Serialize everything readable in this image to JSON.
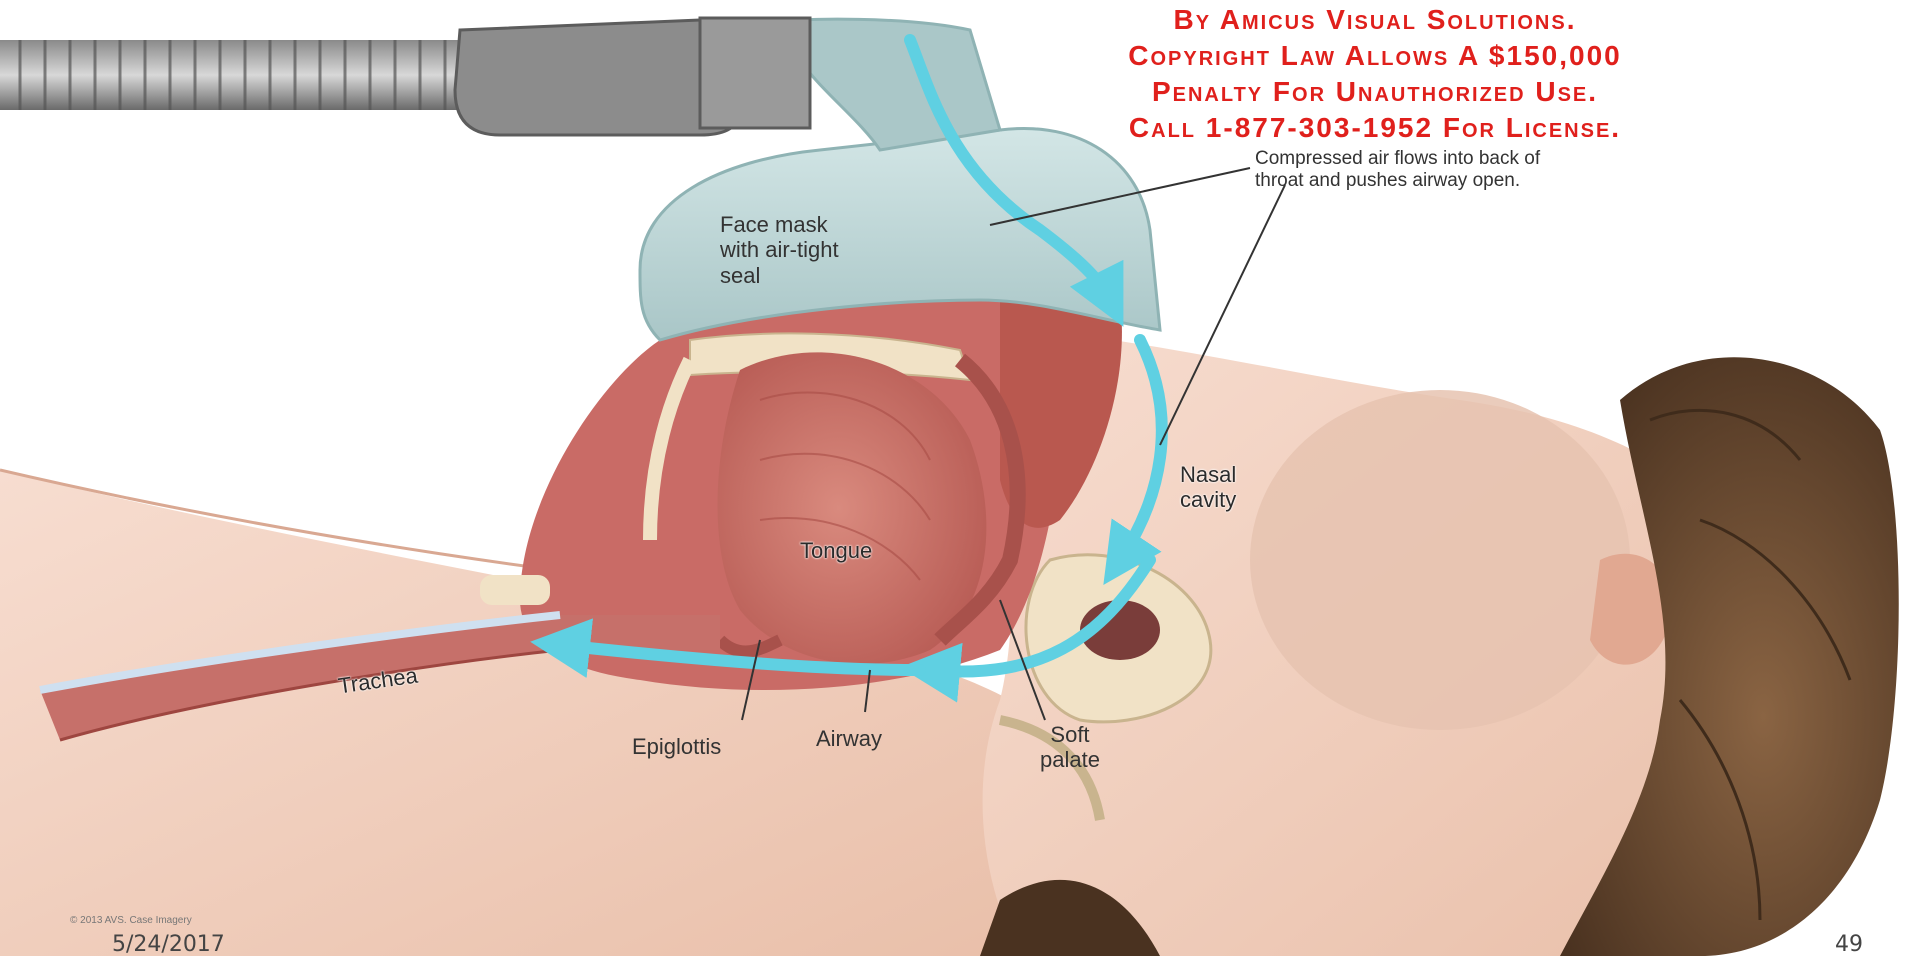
{
  "watermark": {
    "line_top": "",
    "line1": "By Amicus Visual Solutions.",
    "line2": "Copyright Law Allows A $150,000",
    "line3": "Penalty For Unauthorized Use.",
    "line4": "Call 1-877-303-1952 For License.",
    "color": "#e0201c"
  },
  "labels": {
    "compressed_air_line1": "Compressed air flows into back of",
    "compressed_air_line2": "throat and pushes airway open.",
    "face_mask_line1": "Face mask",
    "face_mask_line2": "with air-tight",
    "face_mask_line3": "seal",
    "nasal_line1": "Nasal",
    "nasal_line2": "cavity",
    "tongue": "Tongue",
    "trachea": "Trachea",
    "epiglottis": "Epiglottis",
    "airway": "Airway",
    "soft_palate_line1": "Soft",
    "soft_palate_line2": "palate"
  },
  "image_credit": "© 2013 AVS. Case Imagery",
  "footer": {
    "date": "5/24/2017",
    "page_number": "49"
  },
  "colors": {
    "airflow": "#5fd0e2",
    "mask": "#b9d4d4",
    "tissue": "#c96b66",
    "skin": "#f3d2c1",
    "hair": "#6b4a30"
  }
}
